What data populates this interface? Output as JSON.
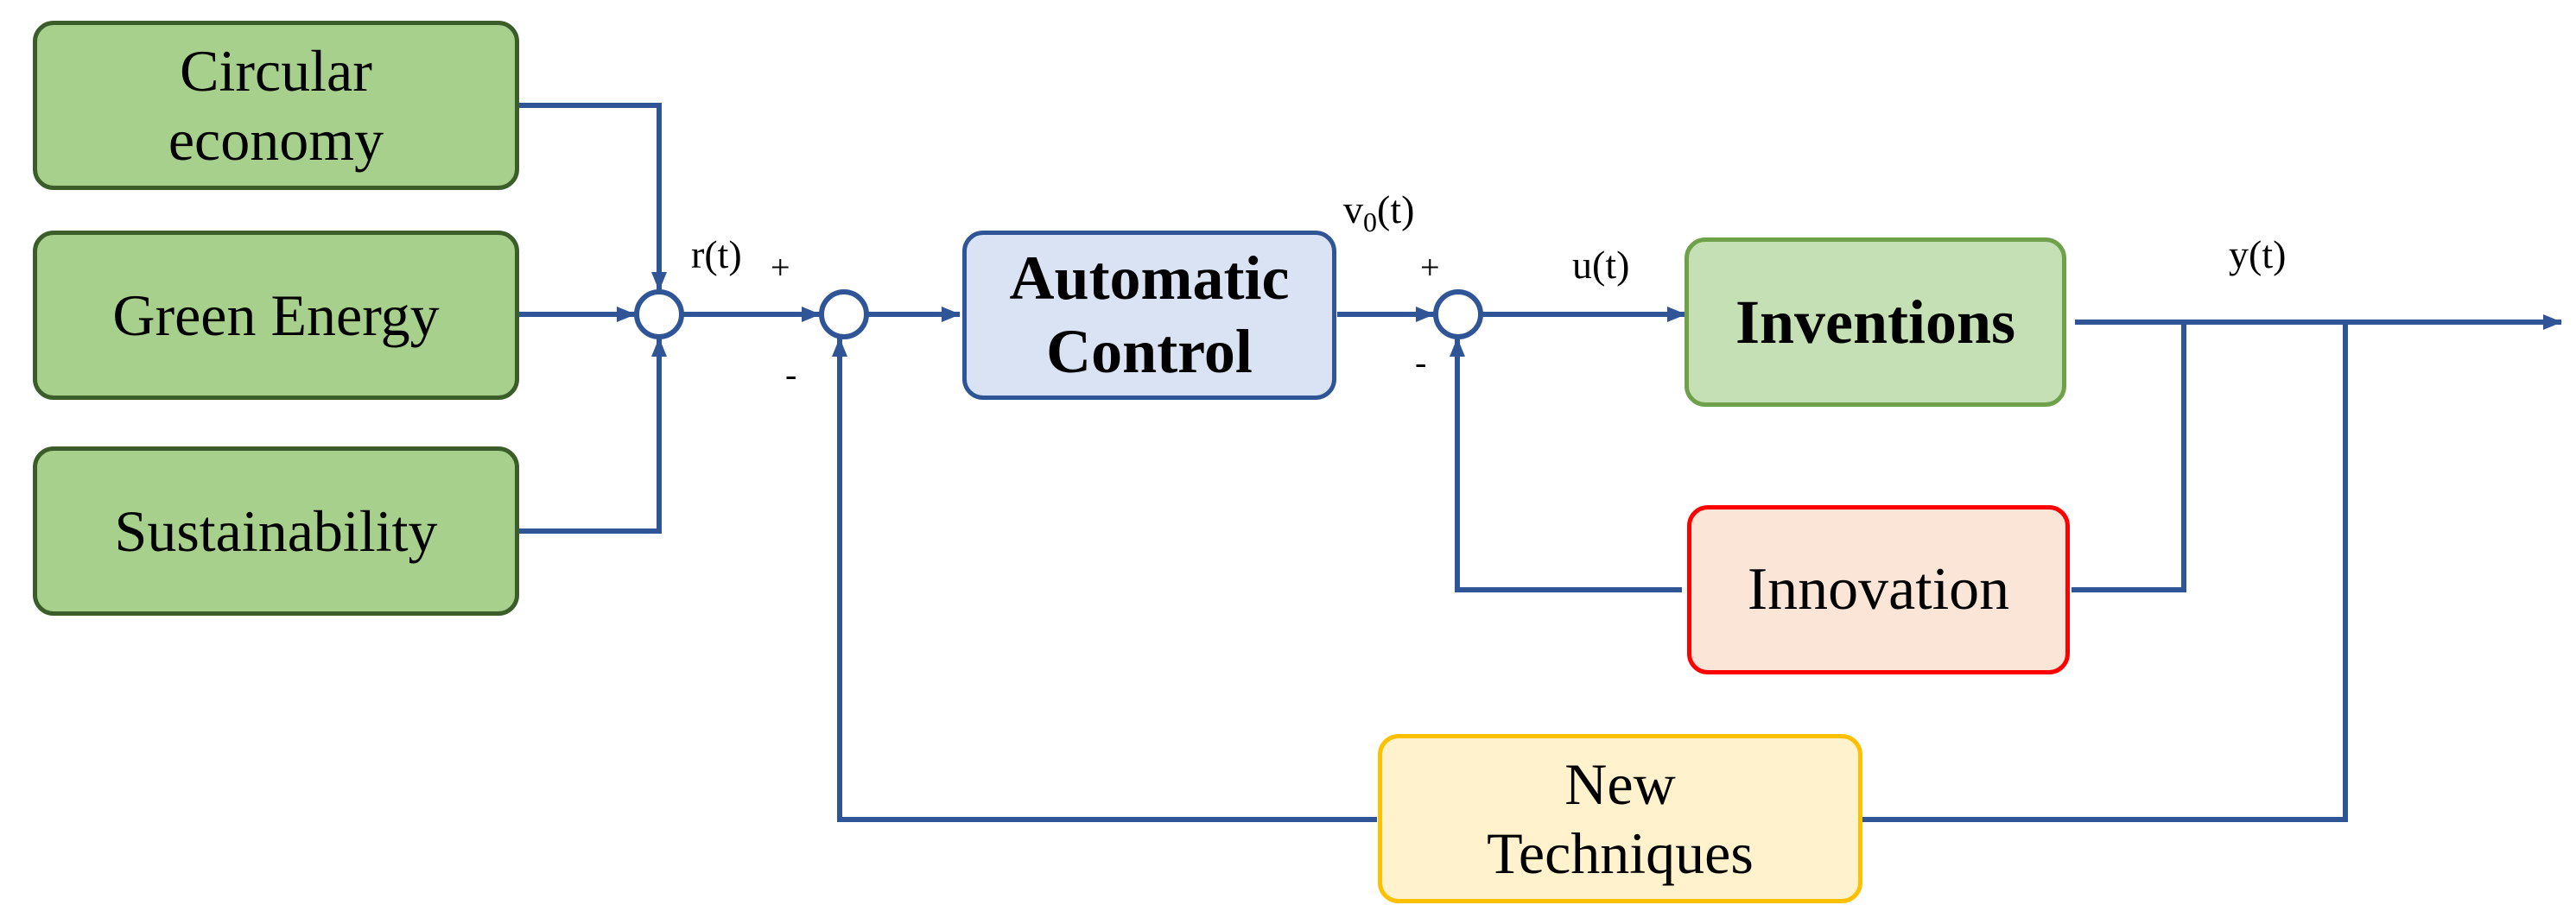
{
  "blocks": {
    "circular_line1": "Circular",
    "circular_line2": "economy",
    "green_energy": "Green Energy",
    "sustainability": "Sustainability",
    "automatic_line1": "Automatic",
    "automatic_line2": "Control",
    "inventions": "Inventions",
    "innovation": "Innovation",
    "newtech_line1": "New",
    "newtech_line2": "Techniques"
  },
  "signals": {
    "r": "r(t)",
    "v0_main": "v",
    "v0_sub": "0",
    "v0_rest": "(t)",
    "u": "u(t)",
    "y": "y(t)"
  },
  "signs": {
    "plus1": "+",
    "minus1": "-",
    "plus2": "+",
    "minus2": "-"
  },
  "colors": {
    "line": "#2f5597",
    "green_fill": "#a8d08d",
    "green_border": "#3a5d2a",
    "inventions_fill": "#c5e0b4",
    "automatic_fill": "#dae3f3",
    "innovation_fill": "#fbe5d6",
    "innovation_border": "#ff0000",
    "newtech_fill": "#fff2cc",
    "newtech_border": "#ffc000"
  }
}
